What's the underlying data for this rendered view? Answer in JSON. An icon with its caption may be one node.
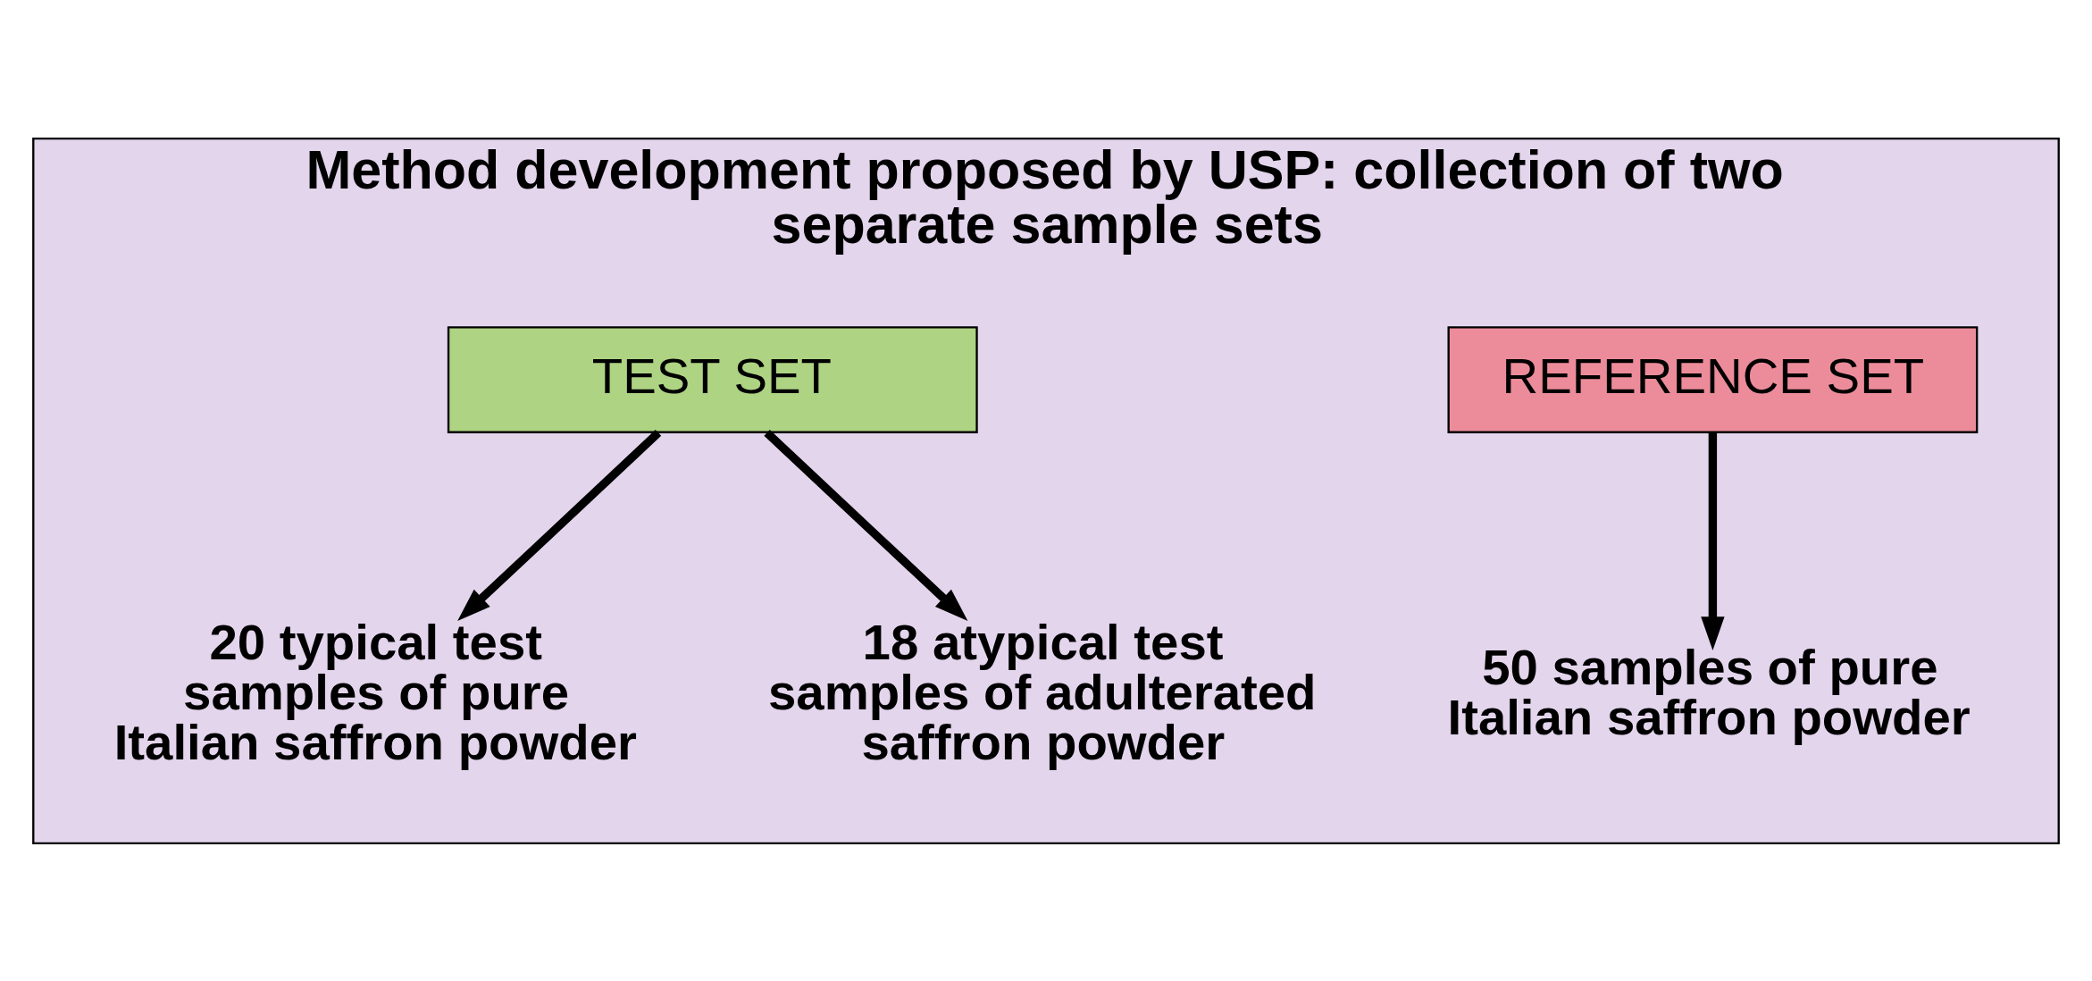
{
  "diagram": {
    "nodes": [
      {
        "text": [
          "Method development proposed by USP: collection of two separate sample sets"
        ]
      },
      {
        "text": [
          "REFERENCE SET"
        ],
        "in": 0
      },
      {
        "text": [
          "TEST SET"
        ],
        "in": 0
      },
      {
        "text": [
          "50 samples of pure Italian saffron powder"
        ],
        "in": 0
      },
      {
        "text": [
          "20 typical test samples of pure Italian saffron powder"
        ],
        "in": 0
      },
      {
        "text": [
          "18 atypical test samples of adulterated saffron powder"
        ],
        "in": 0
      }
    ],
    "edges": [
      {
        "from": 1,
        "to": 3,
        "arrow": "to"
      },
      {
        "from": 2,
        "to": 4,
        "arrow": "to"
      },
      {
        "from": 2,
        "to": 5,
        "arrow": "to"
      }
    ]
  }
}
